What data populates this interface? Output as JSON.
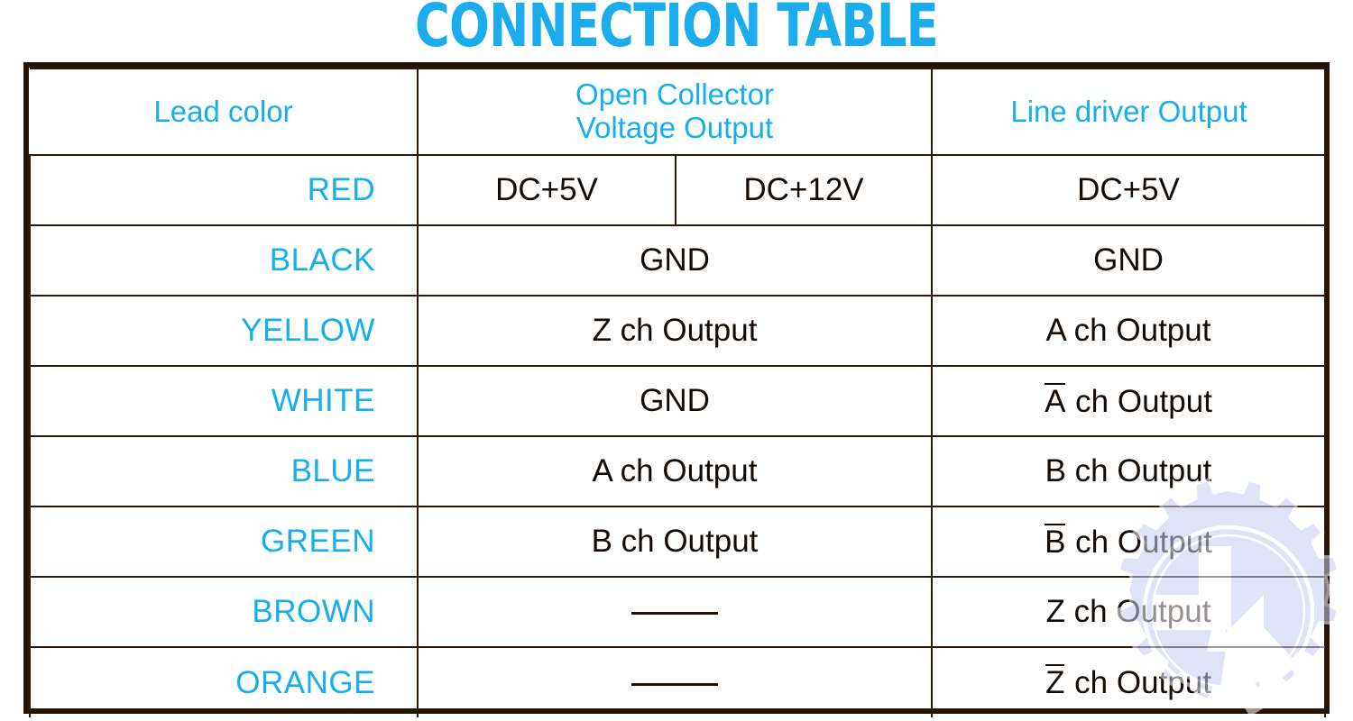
{
  "title": "CONNECTION TABLE",
  "colors": {
    "accent_cyan": "#15AEEE",
    "title_cyan": "#1BACEE",
    "header_fill": "#B2E6FA",
    "border_dark": "#241405",
    "text_dark": "#140B04",
    "watermark": "#C6CDEE"
  },
  "table": {
    "headers": {
      "lead_color": "Lead color",
      "open_collector_line1": "Open Collector",
      "open_collector_line2": "Voltage Output",
      "line_driver": "Line driver Output"
    },
    "rows": [
      {
        "lead": "RED",
        "open_split": true,
        "open_left": "DC+5V",
        "open_right": "DC+12V",
        "line": "DC+5V",
        "line_overline": ""
      },
      {
        "lead": "BLACK",
        "open_split": false,
        "open": "GND",
        "line": "GND",
        "line_overline": ""
      },
      {
        "lead": "YELLOW",
        "open_split": false,
        "open": "Z ch Output",
        "line": "A ch Output",
        "line_overline": ""
      },
      {
        "lead": "WHITE",
        "open_split": false,
        "open": "GND",
        "line": " ch Output",
        "line_overline": "A"
      },
      {
        "lead": "BLUE",
        "open_split": false,
        "open": "A ch Output",
        "line": "B ch Output",
        "line_overline": ""
      },
      {
        "lead": "GREEN",
        "open_split": false,
        "open": "B ch Output",
        "line": " ch Output",
        "line_overline": "B"
      },
      {
        "lead": "BROWN",
        "open_split": false,
        "open": "",
        "open_dash": true,
        "line": "Z ch Output",
        "line_overline": ""
      },
      {
        "lead": "ORANGE",
        "open_split": false,
        "open": "",
        "open_dash": true,
        "line": " ch Output",
        "line_overline": "Z"
      }
    ]
  },
  "watermark": {
    "label": "gear-logo-watermark"
  }
}
